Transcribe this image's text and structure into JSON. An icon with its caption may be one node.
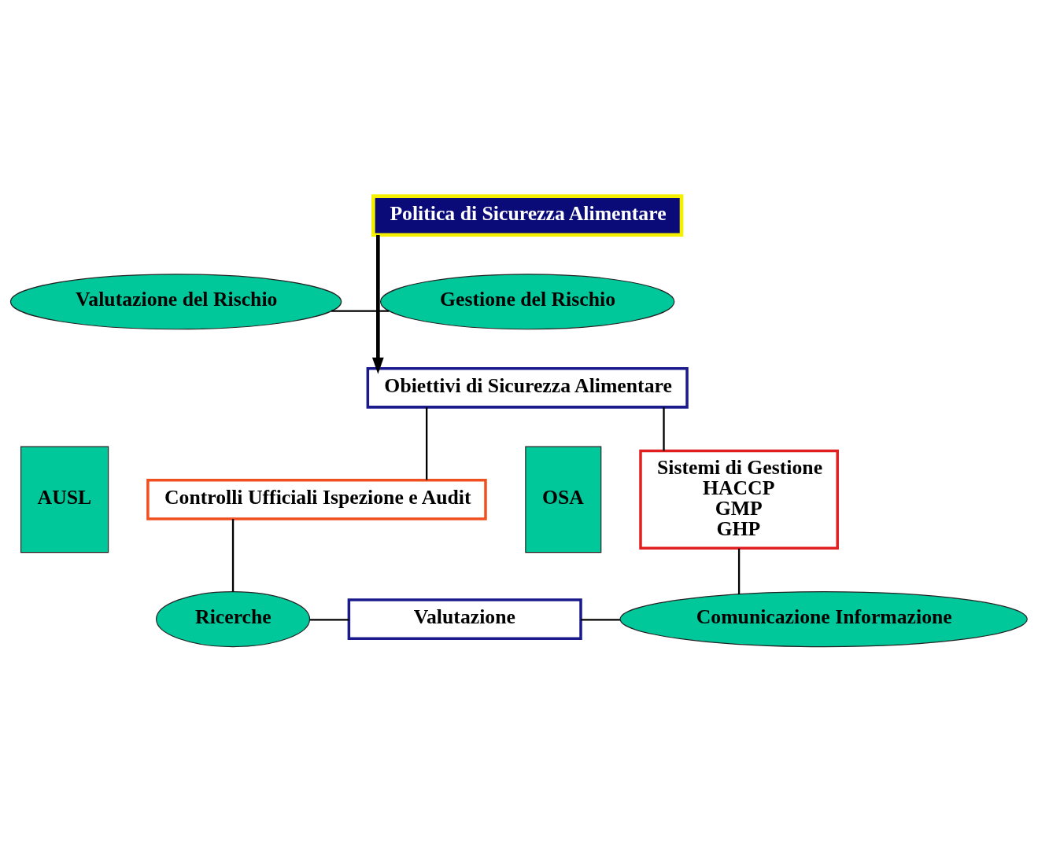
{
  "diagram": {
    "nodes": [
      {
        "text": [
          "Politica di Sicurezza Alimentare"
        ]
      },
      {
        "text": [
          "Valutazione del Rischio"
        ]
      },
      {
        "text": [
          "Gestione del Rischio"
        ]
      },
      {
        "text": [
          "Obiettivi di Sicurezza Alimentare"
        ]
      },
      {
        "text": [
          "AUSL"
        ]
      },
      {
        "text": [
          "Controlli Ufficiali Ispezione e Audit"
        ]
      },
      {
        "text": [
          "OSA"
        ]
      },
      {
        "text": [
          "Sistemi di Gestione",
          "HACCP",
          "GMP",
          "GHP"
        ]
      },
      {
        "text": [
          "Ricerche"
        ]
      },
      {
        "text": [
          "Valutazione"
        ]
      },
      {
        "text": [
          "Comunicazione Informazione"
        ]
      }
    ],
    "edges": [
      {
        "from": 0,
        "to": 3,
        "arrow": "to",
        "style": "thick"
      },
      {
        "from": 1,
        "to": 2,
        "arrow": "none"
      },
      {
        "from": 3,
        "to": 5,
        "arrow": "none"
      },
      {
        "from": 3,
        "to": 7,
        "arrow": "none"
      },
      {
        "from": 5,
        "to": 8,
        "arrow": "none"
      },
      {
        "from": 8,
        "to": 9,
        "arrow": "none"
      },
      {
        "from": 9,
        "to": 10,
        "arrow": "none"
      },
      {
        "from": 7,
        "to": 10,
        "arrow": "none"
      }
    ]
  }
}
